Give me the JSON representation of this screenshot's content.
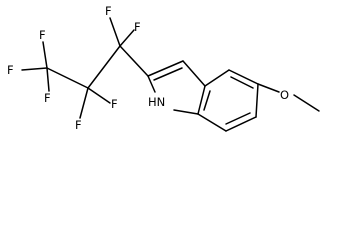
{
  "molecule": {
    "atoms": {
      "F_cf2_top": "F",
      "F_cf2_right": "F",
      "F_cf3_top": "F",
      "F_cf3_left": "F",
      "F_cf3_bottom": "F",
      "F_cf2b_left": "F",
      "F_cf2b_right": "F",
      "NH": "HN",
      "O": "O"
    }
  }
}
